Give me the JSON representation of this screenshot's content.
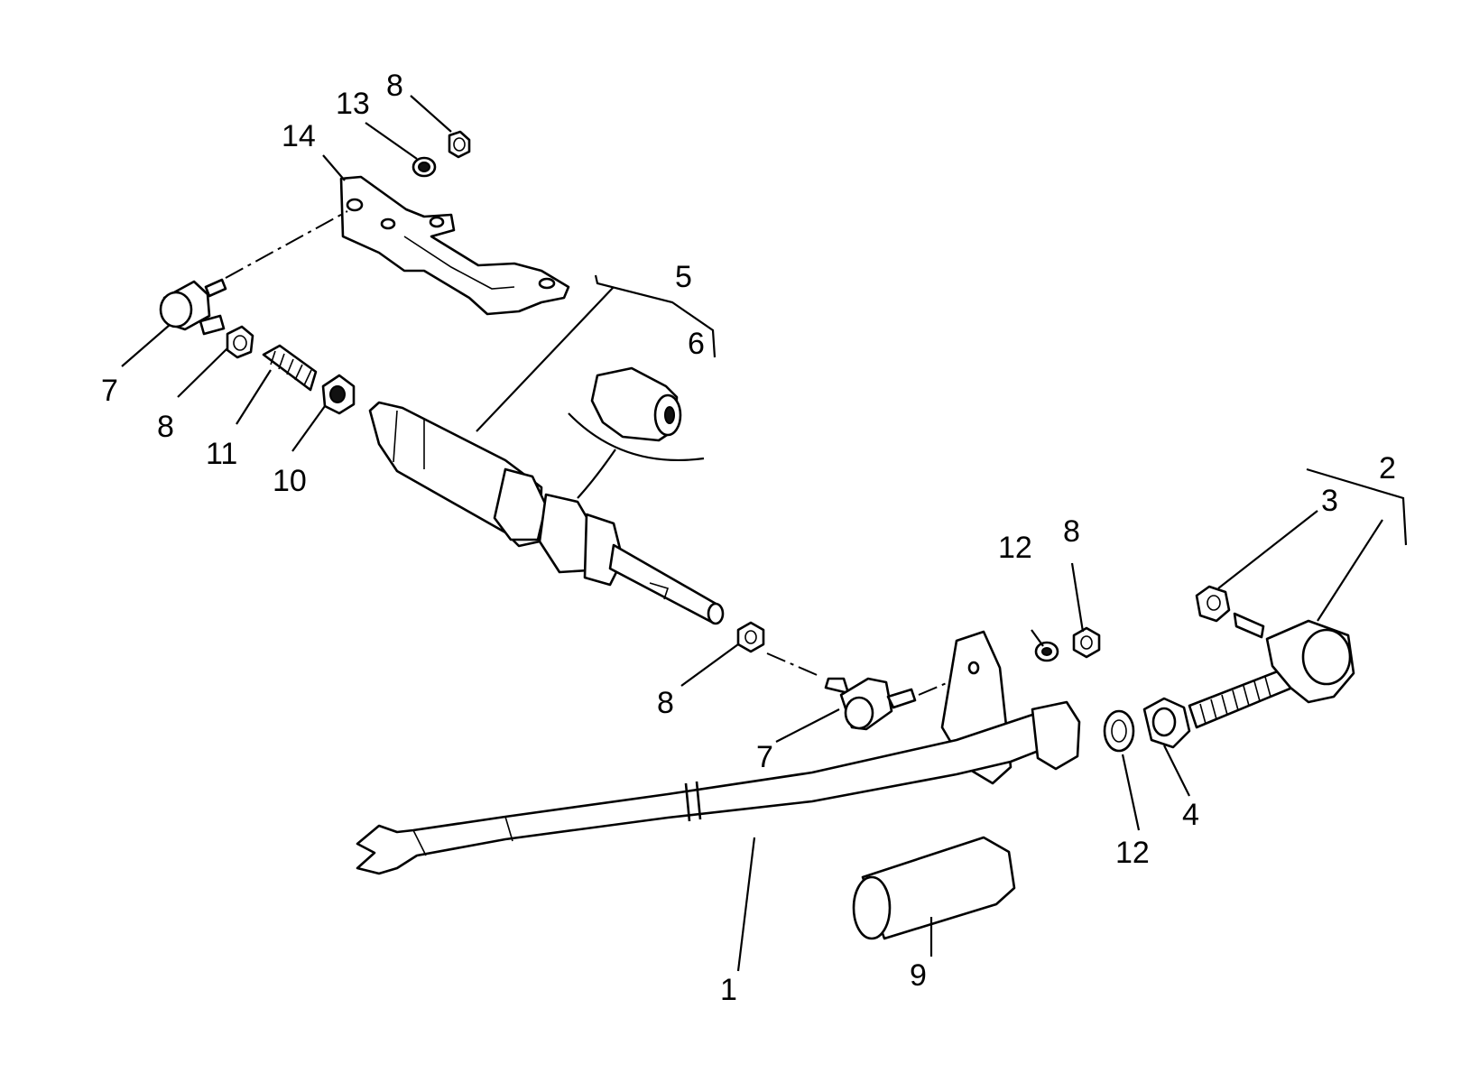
{
  "callouts": [
    {
      "id": "c1",
      "text": "1"
    },
    {
      "id": "c2",
      "text": "2"
    },
    {
      "id": "c3",
      "text": "3"
    },
    {
      "id": "c4",
      "text": "4"
    },
    {
      "id": "c5",
      "text": "5"
    },
    {
      "id": "c6",
      "text": "6"
    },
    {
      "id": "c7a",
      "text": "7"
    },
    {
      "id": "c7b",
      "text": "7"
    },
    {
      "id": "c8a",
      "text": "8"
    },
    {
      "id": "c8b",
      "text": "8"
    },
    {
      "id": "c8c",
      "text": "8"
    },
    {
      "id": "c8d",
      "text": "8"
    },
    {
      "id": "c9",
      "text": "9"
    },
    {
      "id": "c10",
      "text": "10"
    },
    {
      "id": "c11",
      "text": "11"
    },
    {
      "id": "c12a",
      "text": "12"
    },
    {
      "id": "c12b",
      "text": "12"
    },
    {
      "id": "c13",
      "text": "13"
    },
    {
      "id": "c14",
      "text": "14"
    }
  ]
}
